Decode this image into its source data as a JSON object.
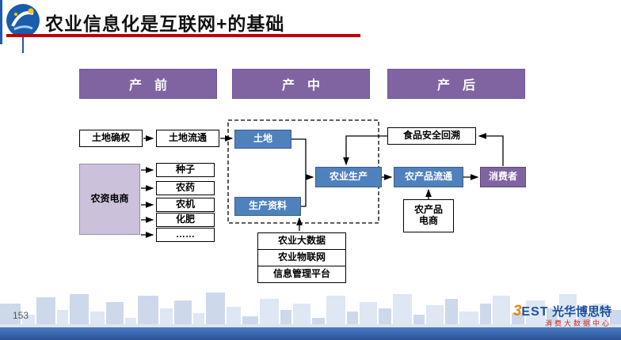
{
  "slide": {
    "title": "农业信息化是互联网+的基础",
    "page_number": "153"
  },
  "phases": [
    {
      "label": "产　前"
    },
    {
      "label": "产　中"
    },
    {
      "label": "产　后"
    }
  ],
  "diagram": {
    "land_rights": "土地确权",
    "land_transfer": "土地流通",
    "land": "土地",
    "agri_supplies_ecommerce": "农资电商",
    "supplies": [
      "种子",
      "农药",
      "农机",
      "化肥",
      "……"
    ],
    "production_materials": "生产资料",
    "agri_production": "农业生产",
    "food_safety_trace": "食品安全回溯",
    "product_distribution": "农产品流通",
    "consumer": "消费者",
    "product_ecommerce_line1": "农产品",
    "product_ecommerce_line2": "电商",
    "info_platforms": [
      "农业大数据",
      "农业物联网",
      "信息管理平台"
    ]
  },
  "footer": {
    "brand_mark_3": "3",
    "brand_mark_est": "EST",
    "brand_name": "光华博思特",
    "brand_sub": "消费大数据中心"
  },
  "colors": {
    "accent_red": "#C00000",
    "phase_purple": "#8064A2",
    "box_blue": "#4F81BD",
    "light_purple": "#CCC1DA",
    "footer_blue": "#2A5397"
  }
}
